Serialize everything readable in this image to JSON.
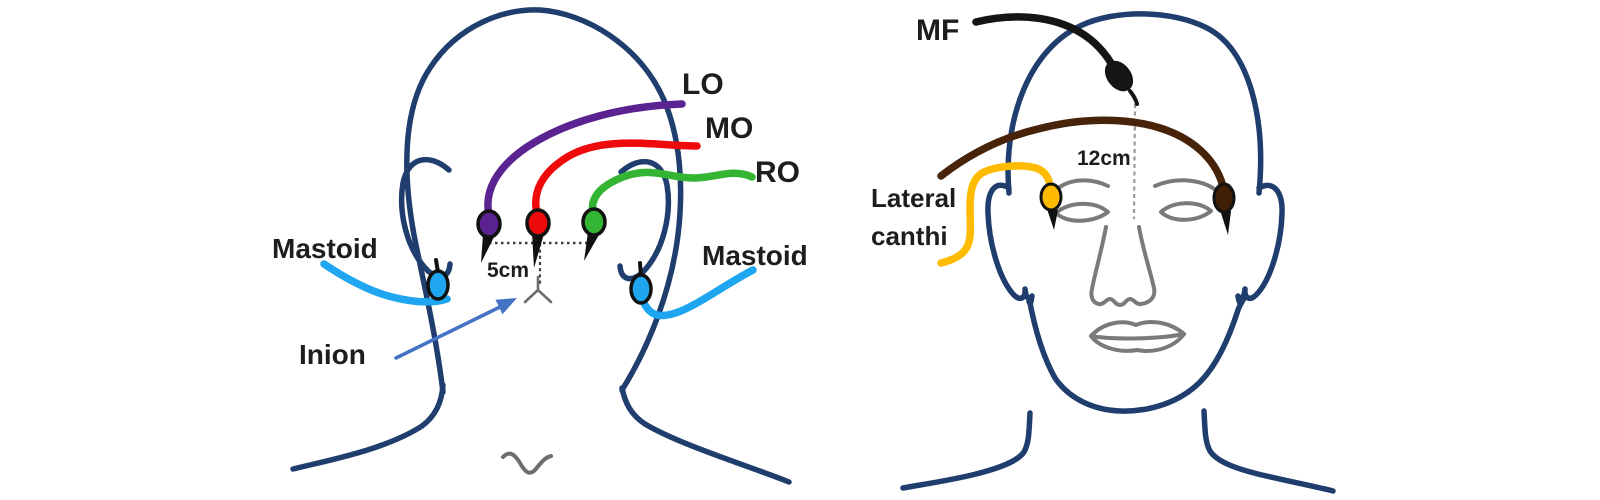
{
  "figure": {
    "description": "Electrode placement diagram: back view (occipital electrodes) and front view (facial electrodes)",
    "back_view": {
      "labels": {
        "lo": "LO",
        "mo": "MO",
        "ro": "RO",
        "mastoid_left": "Mastoid",
        "mastoid_right": "Mastoid",
        "inion": "Inion",
        "distance": "5cm"
      }
    },
    "front_view": {
      "labels": {
        "mf": "MF",
        "lateral_canthi_line1": "Lateral",
        "lateral_canthi_line2": "canthi",
        "distance": "12cm"
      }
    }
  },
  "colors": {
    "background": "#ffffff",
    "body_outline": "#1f3d6d",
    "face_features": "#7a7a7a",
    "label_text": "#1d1d1d",
    "wire_lo_purple": "#5a2391",
    "wire_mo_red": "#ee0a0a",
    "wire_ro_green": "#33b533",
    "wire_mastoid_cyan": "#1ea7f0",
    "wire_mf_black": "#151515",
    "wire_forehead_brown": "#47230a",
    "wire_canthus_yellow": "#ffbb00",
    "electrode_brown_fill": "#3f1f06",
    "electrode_outline": "#111111",
    "inion_arrow_blue": "#4472c4",
    "measure_line_dark": "#3f3f3f",
    "measure_line_gray": "#9a9a9a",
    "notch_gray": "#6e6e6e"
  }
}
